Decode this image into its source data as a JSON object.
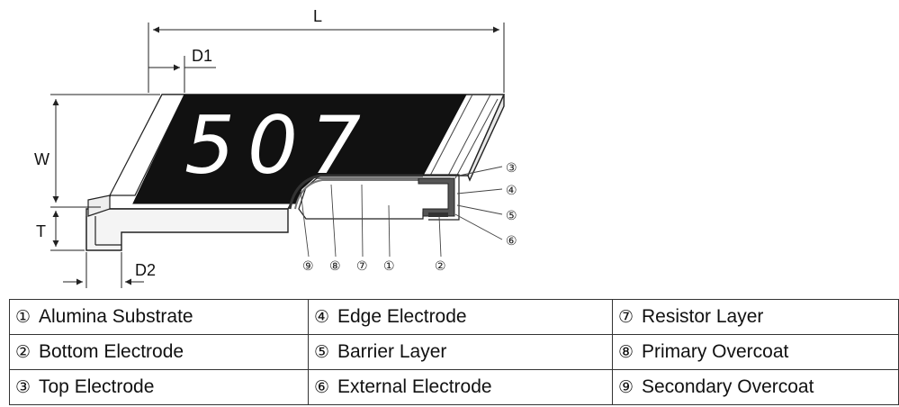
{
  "dimensions": {
    "length": "L",
    "width": "W",
    "thickness": "T",
    "top_electrode_length": "D1",
    "bottom_electrode_length": "D2"
  },
  "marking": "507",
  "callouts": {
    "c1": "①",
    "c2": "②",
    "c3": "③",
    "c4": "④",
    "c5": "⑤",
    "c6": "⑥",
    "c7": "⑦",
    "c8": "⑧",
    "c9": "⑨"
  },
  "legend": {
    "rows": [
      [
        {
          "num": "①",
          "label": "Alumina Substrate"
        },
        {
          "num": "④",
          "label": "Edge Electrode"
        },
        {
          "num": "⑦",
          "label": "Resistor Layer"
        }
      ],
      [
        {
          "num": "②",
          "label": "Bottom Electrode"
        },
        {
          "num": "⑤",
          "label": "Barrier Layer"
        },
        {
          "num": "⑧",
          "label": "Primary Overcoat"
        }
      ],
      [
        {
          "num": "③",
          "label": "Top Electrode"
        },
        {
          "num": "⑥",
          "label": "External Electrode"
        },
        {
          "num": "⑨",
          "label": "Secondary Overcoat"
        }
      ]
    ]
  }
}
